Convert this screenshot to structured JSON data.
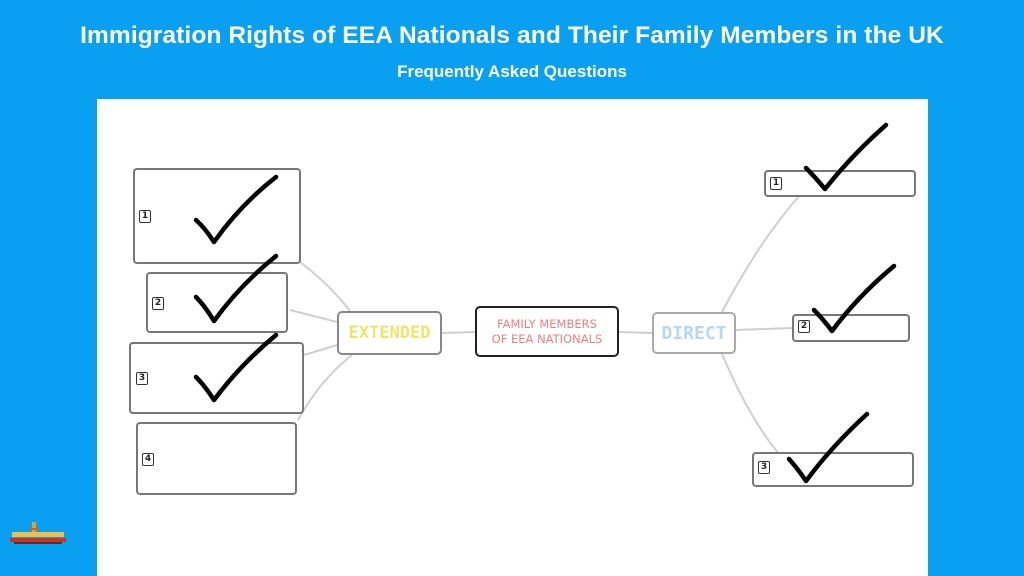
{
  "header": {
    "title": "Immigration Rights of EEA Nationals and Their Family Members in the UK",
    "subtitle": "Frequently Asked Questions"
  },
  "diagram": {
    "center_line1": "FAMILY MEMBERS",
    "center_line2": "OF EEA NATIONALS",
    "extended_label": "EXTENDED",
    "direct_label": "DIRECT",
    "extended_items": [
      "1",
      "2",
      "3",
      "4"
    ],
    "direct_items": [
      "1",
      "2",
      "3"
    ]
  },
  "colors": {
    "background": "#0aa0f2",
    "extended_text": "#efe56a",
    "center_text": "#f07e7e",
    "direct_text": "#b5d9f3"
  },
  "icons": [
    "checkmark-icon",
    "logo-icon"
  ]
}
